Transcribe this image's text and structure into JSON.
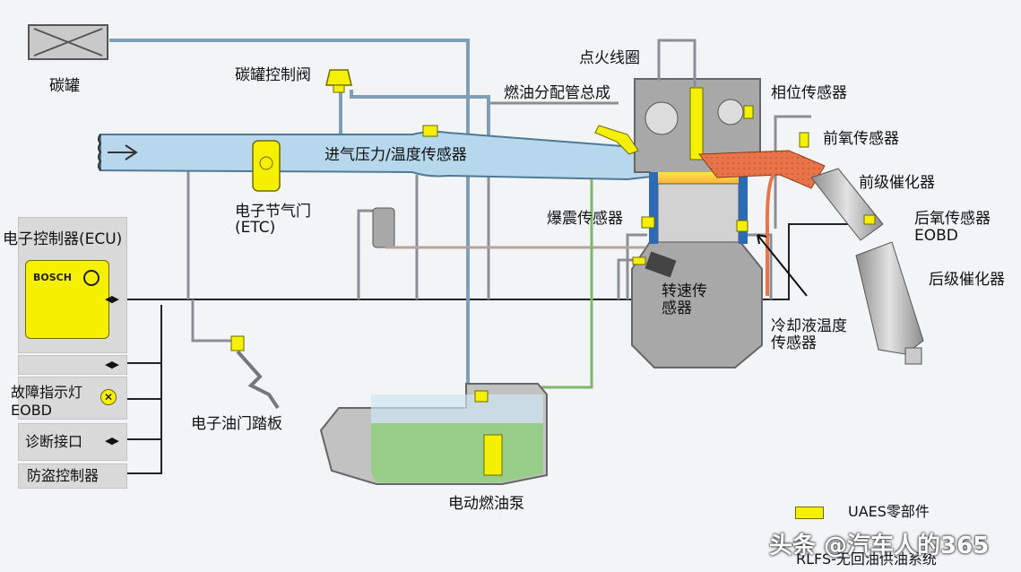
{
  "labels": {
    "canister": "碳罐",
    "canister_valve": "碳罐控制阀",
    "ignition_coil": "点火线圈",
    "fuel_rail": "燃油分配管总成",
    "phase_sensor": "相位传感器",
    "map_sensor": "进气压力/温度传感器",
    "front_o2": "前氧传感器",
    "front_cat": "前级催化器",
    "etc_line1": "电子节气门",
    "etc_line2": "(ETC)",
    "knock_sensor": "爆震传感器",
    "rear_o2_line1": "后氧传感器",
    "rear_o2_line2": "EOBD",
    "rear_cat": "后级催化器",
    "speed_sensor_line1": "转速传",
    "speed_sensor_line2": "感器",
    "coolant_sensor_line1": "冷却液温度",
    "coolant_sensor_line2": "传感器",
    "pedal": "电子油门踏板",
    "fuel_pump": "电动燃油泵"
  },
  "ecu": {
    "title": "电子控制器(ECU)",
    "brand": "BOSCH",
    "mil_line1": "故障指示灯",
    "mil_line2": "EOBD",
    "diag_port": "诊断接口",
    "immobilizer": "防盗控制器",
    "arrow": "◀▶"
  },
  "legend": {
    "uaes_parts": "UAES零部件",
    "system_note": "RLFS-无回油供油系统"
  },
  "watermark": "头条 @汽车人的365",
  "colors": {
    "uaes_yellow": "#f5ef00",
    "intake_blue": "#b6d7ec",
    "exhaust_orange": "#e9744a",
    "fuel_green": "#8fce7f",
    "engine_gray": "#a8a8a8"
  }
}
